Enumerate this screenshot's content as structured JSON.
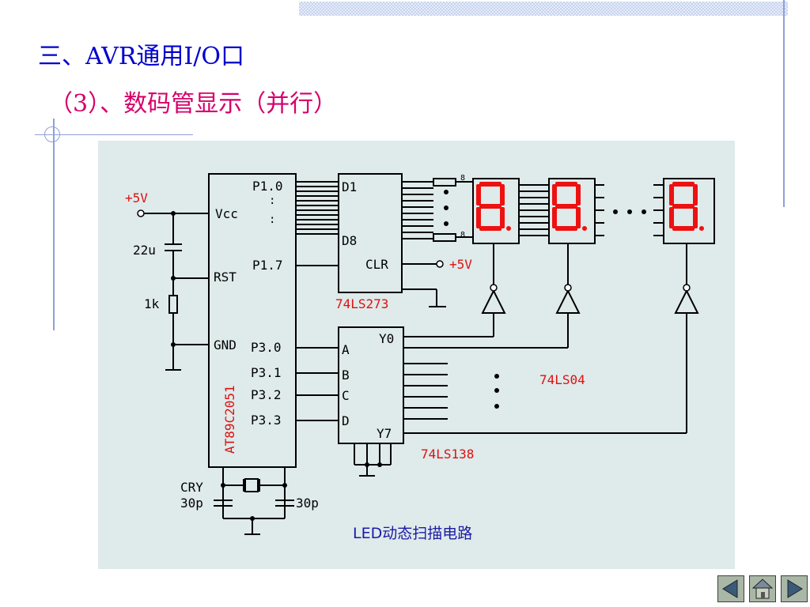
{
  "slide": {
    "title": "三、AVR通用I/O口",
    "subtitle": "（3）、数码管显示（并行）"
  },
  "diagram": {
    "caption": "LED动态扫描电路",
    "power_label_left": "+5V",
    "power_label_clr": "+5V",
    "cap_label": "22u",
    "res_label": "1k",
    "cry_label": "CRY",
    "cap30_left": "30p",
    "cap30_right": "30p",
    "mcu": {
      "name": "AT89C2051",
      "pins_left": [
        "Vcc",
        "RST",
        "GND"
      ],
      "pins_right": [
        "P1.0",
        "P1.7",
        "P3.0",
        "P3.1",
        "P3.2",
        "P3.3"
      ]
    },
    "latch": {
      "name": "74LS273",
      "pins": [
        "D1",
        "D8",
        "CLR"
      ]
    },
    "decoder": {
      "name": "74LS138",
      "pins_in": [
        "A",
        "B",
        "C",
        "D"
      ],
      "pins_out": [
        "Y0",
        "Y7"
      ]
    },
    "inverter_name": "74LS04",
    "resistor_top_label": "8",
    "resistor_bottom_label": "8"
  },
  "colors": {
    "title": "#0000cc",
    "subtitle": "#d6006a",
    "segment": "#ee1111",
    "label_red": "#dd1111",
    "caption": "#1a1aa6"
  },
  "icons": [
    "prev-slide-icon",
    "home-icon",
    "next-slide-icon"
  ]
}
